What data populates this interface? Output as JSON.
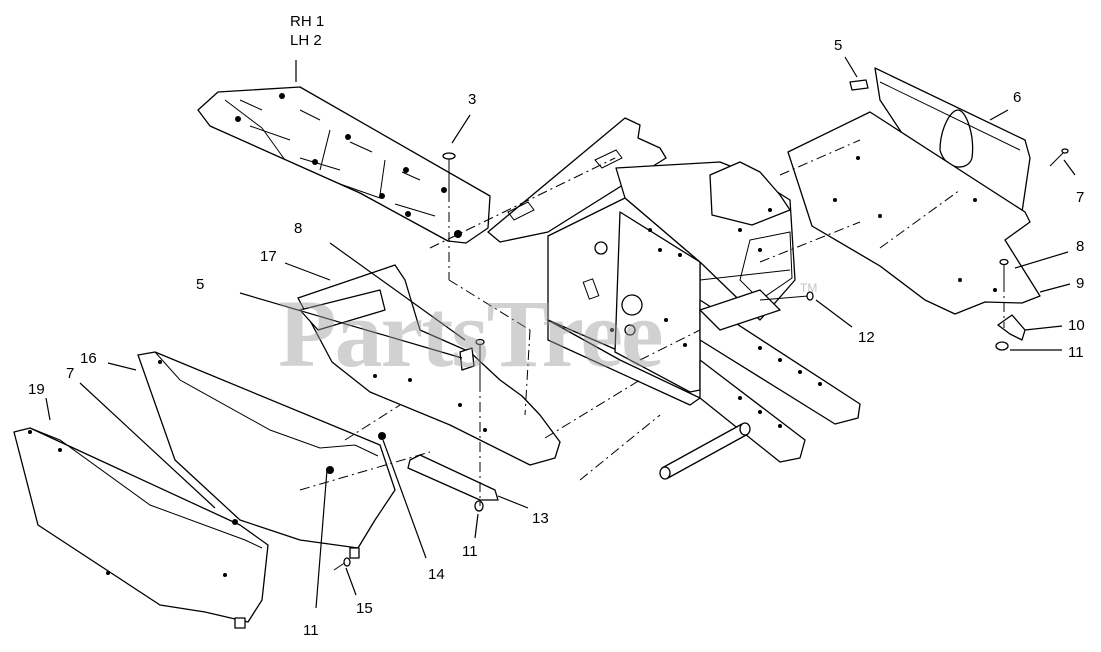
{
  "watermark": {
    "text": "PartsTree",
    "trademark": "TM"
  },
  "labels": {
    "rh": "RH 1",
    "lh": "LH 2",
    "p3": "3",
    "p5_top": "5",
    "p6": "6",
    "p7_right": "7",
    "p8_right": "8",
    "p9": "9",
    "p10": "10",
    "p11_right": "11",
    "p12": "12",
    "p8_left": "8",
    "p17": "17",
    "p5_left": "5",
    "p16": "16",
    "p7_left": "7",
    "p19": "19",
    "p13": "13",
    "p11_center": "11",
    "p14": "14",
    "p15": "15",
    "p11_bottom": "11"
  }
}
